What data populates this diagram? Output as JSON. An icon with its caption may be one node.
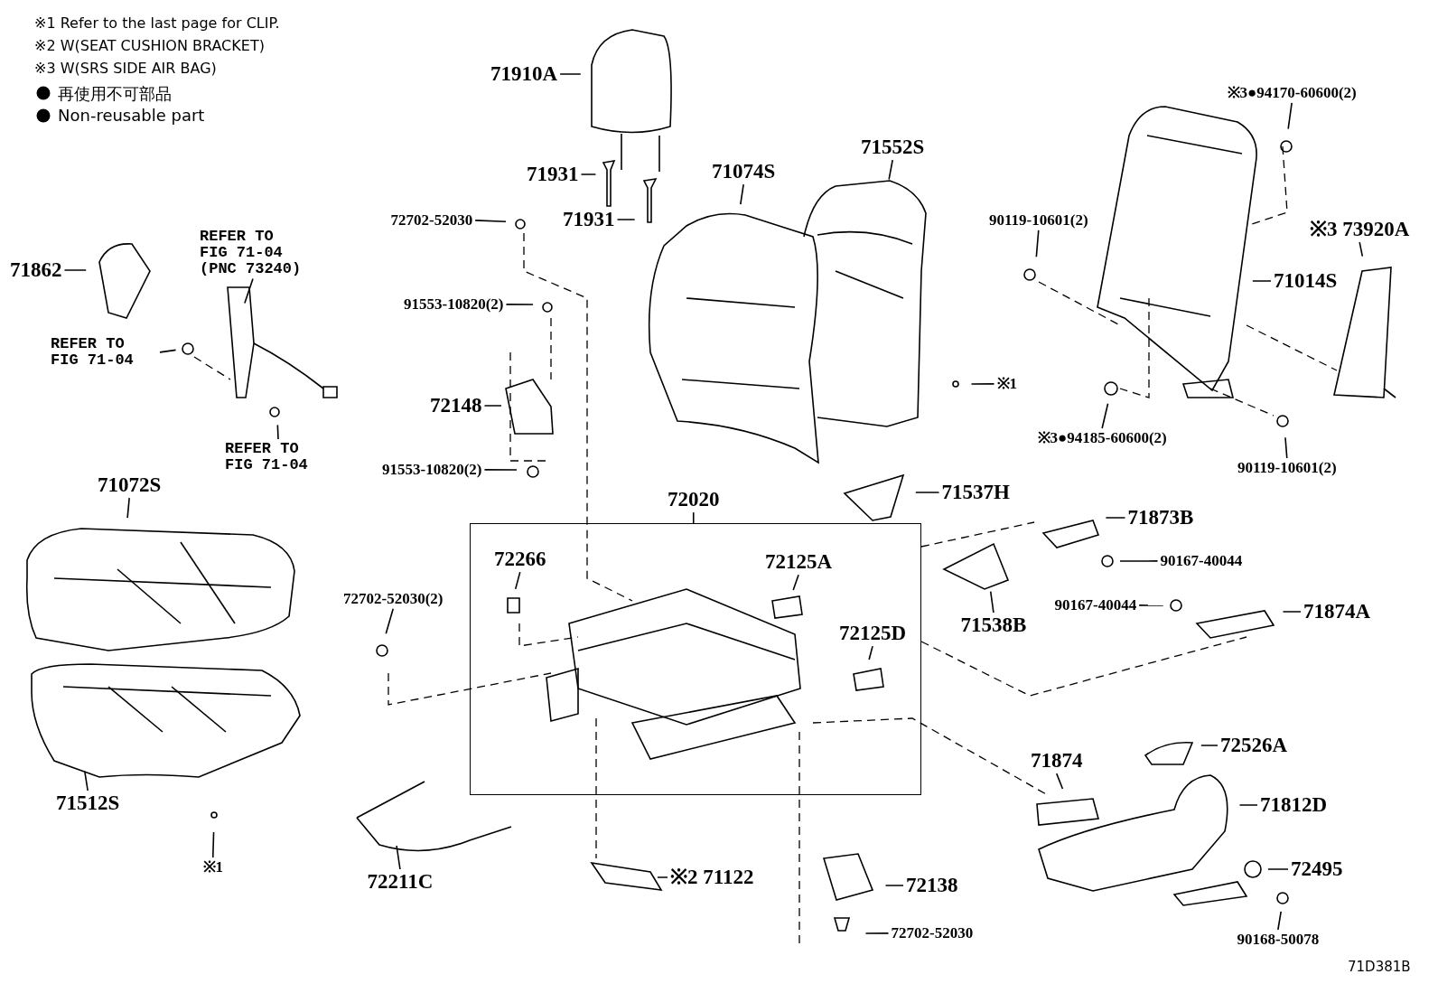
{
  "diagram": {
    "nodes": [
      {
        "text": [
          "71910A"
        ]
      },
      {
        "text": [
          "71931"
        ]
      },
      {
        "text": [
          "71931"
        ]
      },
      {
        "text": [
          "72702-52030"
        ]
      },
      {
        "text": [
          "71074S"
        ]
      },
      {
        "text": [
          "71552S"
        ]
      },
      {
        "text": [
          "71862"
        ]
      },
      {
        "text": [
          "REFER TO FIG 71-04 (PNC 73240)"
        ]
      },
      {
        "text": [
          "REFER TO FIG 71-04"
        ]
      },
      {
        "text": [
          "91553-10820(2)"
        ]
      },
      {
        "text": [
          "72148"
        ]
      },
      {
        "text": [
          "REFER TO FIG 71-04"
        ]
      },
      {
        "text": [
          "91553-10820(2)"
        ]
      },
      {
        "text": [
          "90119-10601(2)"
        ]
      },
      {
        "text": [
          "※3●94170-60600(2)"
        ]
      },
      {
        "text": [
          "※3 73920A"
        ]
      },
      {
        "text": [
          "71014S"
        ]
      },
      {
        "text": [
          "※1"
        ]
      },
      {
        "text": [
          "※3●94185-60600(2)"
        ]
      },
      {
        "text": [
          "90119-10601(2)"
        ]
      },
      {
        "text": [
          "71072S"
        ]
      },
      {
        "text": [],
        "shape": "box"
      },
      {
        "text": [
          "72020"
        ]
      },
      {
        "text": [
          "72266"
        ],
        "in": 21
      },
      {
        "text": [
          "72125A"
        ],
        "in": 21
      },
      {
        "text": [
          "72125D"
        ],
        "in": 21
      },
      {
        "text": [
          "71537H"
        ]
      },
      {
        "text": [
          "71873B"
        ]
      },
      {
        "text": [
          "90167-40044"
        ]
      },
      {
        "text": [
          "72702-52030(2)"
        ]
      },
      {
        "text": [
          "71538B"
        ]
      },
      {
        "text": [
          "90167-40044"
        ]
      },
      {
        "text": [
          "71874A"
        ]
      },
      {
        "text": [
          "71512S"
        ]
      },
      {
        "text": [
          "72526A"
        ]
      },
      {
        "text": [
          "71874"
        ]
      },
      {
        "text": [
          "71812D"
        ]
      },
      {
        "text": [
          "※1"
        ]
      },
      {
        "text": [
          "72211C"
        ]
      },
      {
        "text": [
          "※2 71122"
        ]
      },
      {
        "text": [
          "72138"
        ]
      },
      {
        "text": [
          "72495"
        ]
      },
      {
        "text": [
          "72702-52030"
        ]
      },
      {
        "text": [
          "90168-50078"
        ]
      }
    ],
    "edges": [
      {
        "from": 0,
        "to": null,
        "arrow": "none"
      },
      {
        "from": 1,
        "to": null,
        "arrow": "none"
      },
      {
        "from": 2,
        "to": null,
        "arrow": "none"
      },
      {
        "from": 3,
        "to": null,
        "arrow": "none"
      },
      {
        "from": 4,
        "to": null,
        "arrow": "none"
      },
      {
        "from": 5,
        "to": null,
        "arrow": "none"
      },
      {
        "from": 6,
        "to": null,
        "arrow": "none"
      },
      {
        "from": 7,
        "to": null,
        "arrow": "none"
      },
      {
        "from": 8,
        "to": null,
        "arrow": "none"
      },
      {
        "from": 9,
        "to": null,
        "arrow": "none"
      },
      {
        "from": 10,
        "to": null,
        "arrow": "none"
      },
      {
        "from": 11,
        "to": null,
        "arrow": "none"
      },
      {
        "from": 12,
        "to": null,
        "arrow": "none"
      },
      {
        "from": 13,
        "to": null,
        "arrow": "none"
      },
      {
        "from": 14,
        "to": null,
        "arrow": "none"
      },
      {
        "from": 15,
        "to": null,
        "arrow": "none"
      },
      {
        "from": 16,
        "to": null,
        "arrow": "none"
      },
      {
        "from": 17,
        "to": null,
        "arrow": "none"
      },
      {
        "from": 18,
        "to": null,
        "arrow": "none"
      },
      {
        "from": 19,
        "to": null,
        "arrow": "none"
      },
      {
        "from": 20,
        "to": null,
        "arrow": "none"
      },
      {
        "from": 22,
        "to": 21,
        "arrow": "none"
      },
      {
        "from": 23,
        "to": null,
        "arrow": "none"
      },
      {
        "from": 24,
        "to": null,
        "arrow": "none"
      },
      {
        "from": 25,
        "to": null,
        "arrow": "none"
      },
      {
        "from": 26,
        "to": null,
        "arrow": "none"
      },
      {
        "from": 27,
        "to": null,
        "arrow": "none"
      },
      {
        "from": 28,
        "to": null,
        "arrow": "none"
      },
      {
        "from": 29,
        "to": null,
        "arrow": "none"
      },
      {
        "from": 30,
        "to": null,
        "arrow": "none"
      },
      {
        "from": 31,
        "to": null,
        "arrow": "none"
      },
      {
        "from": 32,
        "to": null,
        "arrow": "none"
      },
      {
        "from": 33,
        "to": null,
        "arrow": "none"
      },
      {
        "from": 34,
        "to": null,
        "arrow": "none"
      },
      {
        "from": 35,
        "to": null,
        "arrow": "none"
      },
      {
        "from": 36,
        "to": null,
        "arrow": "none"
      },
      {
        "from": 37,
        "to": null,
        "arrow": "none"
      },
      {
        "from": 38,
        "to": null,
        "arrow": "none"
      },
      {
        "from": 39,
        "to": null,
        "arrow": "none"
      },
      {
        "from": 40,
        "to": null,
        "arrow": "none"
      },
      {
        "from": 41,
        "to": null,
        "arrow": "none"
      },
      {
        "from": 42,
        "to": null,
        "arrow": "none"
      },
      {
        "from": 43,
        "to": null,
        "arrow": "none"
      }
    ],
    "labels": [
      "※1 Refer to the last page for CLIP.",
      "※2 W(SEAT CUSHION BRACKET)",
      "※3 W(SRS SIDE AIR BAG)",
      "71D381B"
    ],
    "legend": [
      {
        "text": "再使用不可部品"
      },
      {
        "text": "Non-reusable part"
      }
    ]
  }
}
